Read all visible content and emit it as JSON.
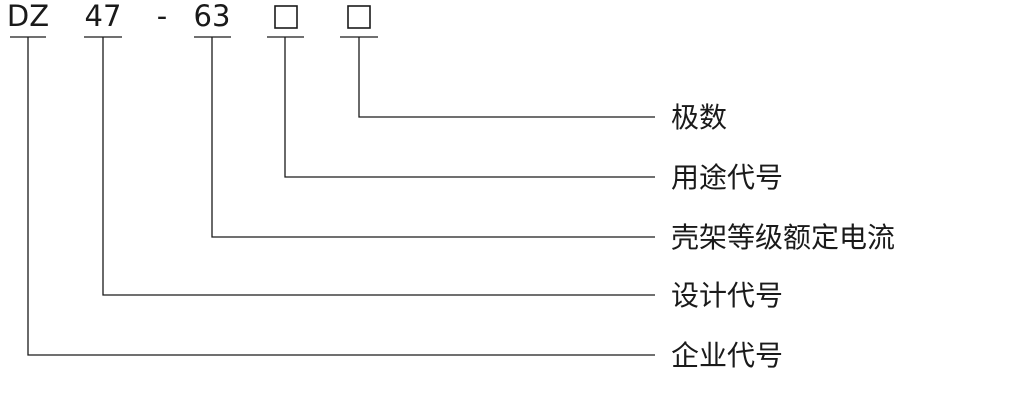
{
  "code": {
    "enterprise": "DZ",
    "design": "47",
    "separator": "-",
    "current": "63"
  },
  "labels": {
    "poles": "极数",
    "usage": "用途代号",
    "frame_current": "壳架等级额定电流",
    "design": "设计代号",
    "enterprise": "企业代号"
  }
}
